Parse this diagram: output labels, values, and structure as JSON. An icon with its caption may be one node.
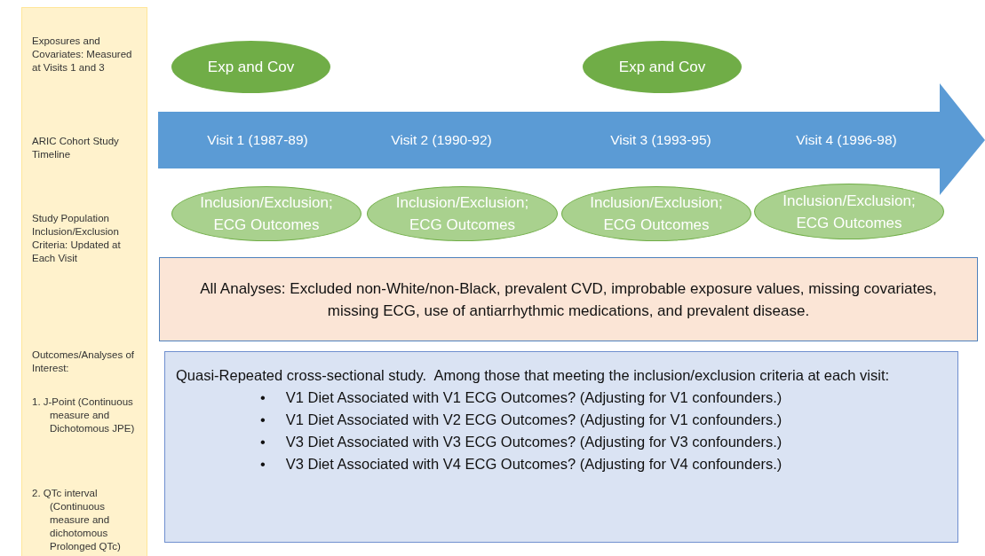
{
  "diagram": {
    "nodes": [
      {
        "text": [
          "Exposures and Covariates: Measured at Visits 1 and 3",
          "ARIC Cohort Study Timeline",
          "Study Population Inclusion/Exclusion Criteria: Updated at Each Visit",
          "Outcomes/Analyses of Interest:",
          "1. J-Point (Continuous measure and Dichotomous JPE)",
          "2. QTc interval (Continuous measure and dichotomous Prolonged QTc)"
        ]
      },
      {
        "text": [
          "Exp and Cov"
        ]
      },
      {
        "text": [
          "Exp and Cov"
        ]
      },
      {
        "text": [
          "Visit 1 (1987-89)",
          "Visit 2 (1990-92)",
          "Visit 3 (1993-95)",
          "Visit 4 (1996-98)"
        ]
      },
      {
        "text": [
          "Inclusion/Exclusion; ECG Outcomes"
        ]
      },
      {
        "text": [
          "Inclusion/Exclusion; ECG Outcomes"
        ]
      },
      {
        "text": [
          "Inclusion/Exclusion; ECG Outcomes"
        ]
      },
      {
        "text": [
          "Inclusion/Exclusion; ECG Outcomes"
        ]
      },
      {
        "text": [
          "All Analyses: Excluded non-White/non-Black, prevalent CVD, improbable exposure values, missing covariates, missing ECG, use of antiarrhythmic medications, and prevalent disease."
        ]
      },
      {
        "text": [
          "Quasi-Repeated cross-sectional study.  Among those that meeting the inclusion/exclusion criteria at each visit:",
          "•     V1 Diet Associated with V1 ECG Outcomes? (Adjusting for V1 confounders.)",
          "•     V1 Diet Associated with V2 ECG Outcomes? (Adjusting for V1 confounders.)",
          "•     V3 Diet Associated with V3 ECG Outcomes? (Adjusting for V3 confounders.)",
          "•     V3 Diet Associated with V4 ECG Outcomes? (Adjusting for V4 confounders.)"
        ]
      }
    ]
  }
}
